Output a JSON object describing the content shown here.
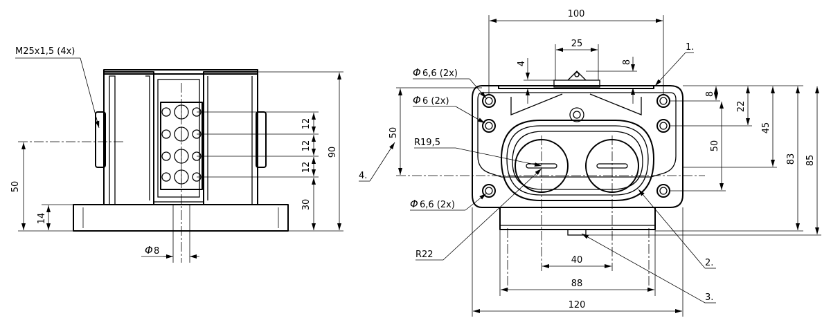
{
  "side_view": {
    "thread_label": "M25x1,5 (4x)",
    "dim_terminal_pitch": [
      "12",
      "12",
      "12"
    ],
    "dim_30": "30",
    "dim_90": "90",
    "dim_50": "50",
    "dim_14": "14",
    "phi_symbol": "Φ",
    "dim_phi8": "8"
  },
  "front_view": {
    "dim_100": "100",
    "dim_25": "25",
    "dim_4": "4",
    "dim_8_top": "8",
    "dim_8_right": "8",
    "dim_22": "22",
    "dim_45": "45",
    "dim_50_right": "50",
    "dim_83": "83",
    "dim_85": "85",
    "dim_50_left": "50",
    "dim_40": "40",
    "dim_88": "88",
    "dim_120": "120",
    "phi_symbol": "Φ",
    "hole_66_top": "6,6 (2x)",
    "hole_6": "6 (2x)",
    "hole_66_bottom": "6,6 (2x)",
    "radius_195": "R19,5",
    "radius_22": "R22",
    "callout_1": "1.",
    "callout_2": "2.",
    "callout_3": "3.",
    "callout_4": "4."
  }
}
